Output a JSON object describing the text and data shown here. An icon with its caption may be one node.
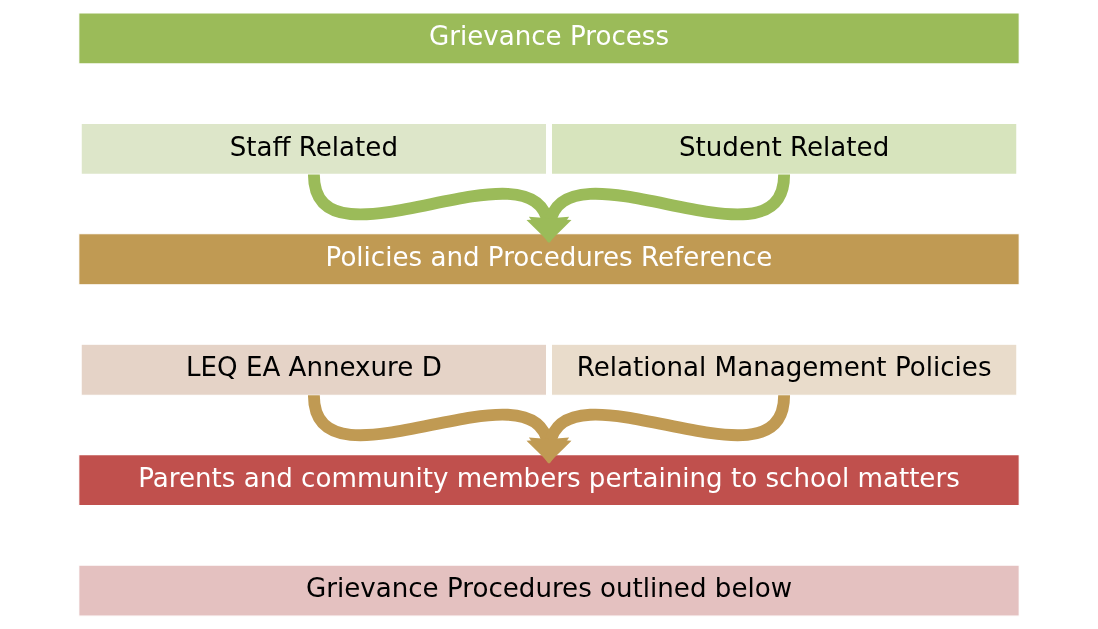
{
  "diagram": {
    "nodes": [
      {
        "text": [
          "Grievance Process"
        ]
      },
      {
        "text": [
          "Staff Related"
        ]
      },
      {
        "text": [
          "Student Related"
        ]
      },
      {
        "text": [
          "Policies and Procedures Reference"
        ]
      },
      {
        "text": [
          "LEQ EA Annexure D"
        ]
      },
      {
        "text": [
          "Relational Management Policies"
        ]
      },
      {
        "text": [
          "Parents and community members pertaining to school matters"
        ]
      },
      {
        "text": [
          "Grievance Procedures outlined below"
        ]
      }
    ],
    "edges": [
      {
        "from": 1,
        "to": 3,
        "arrow": "to",
        "color": "#9bbb59"
      },
      {
        "from": 2,
        "to": 3,
        "arrow": "to",
        "color": "#9bbb59"
      },
      {
        "from": 4,
        "to": 6,
        "arrow": "to",
        "color": "#c09a53"
      },
      {
        "from": 5,
        "to": 6,
        "arrow": "to",
        "color": "#c09a53"
      }
    ]
  }
}
